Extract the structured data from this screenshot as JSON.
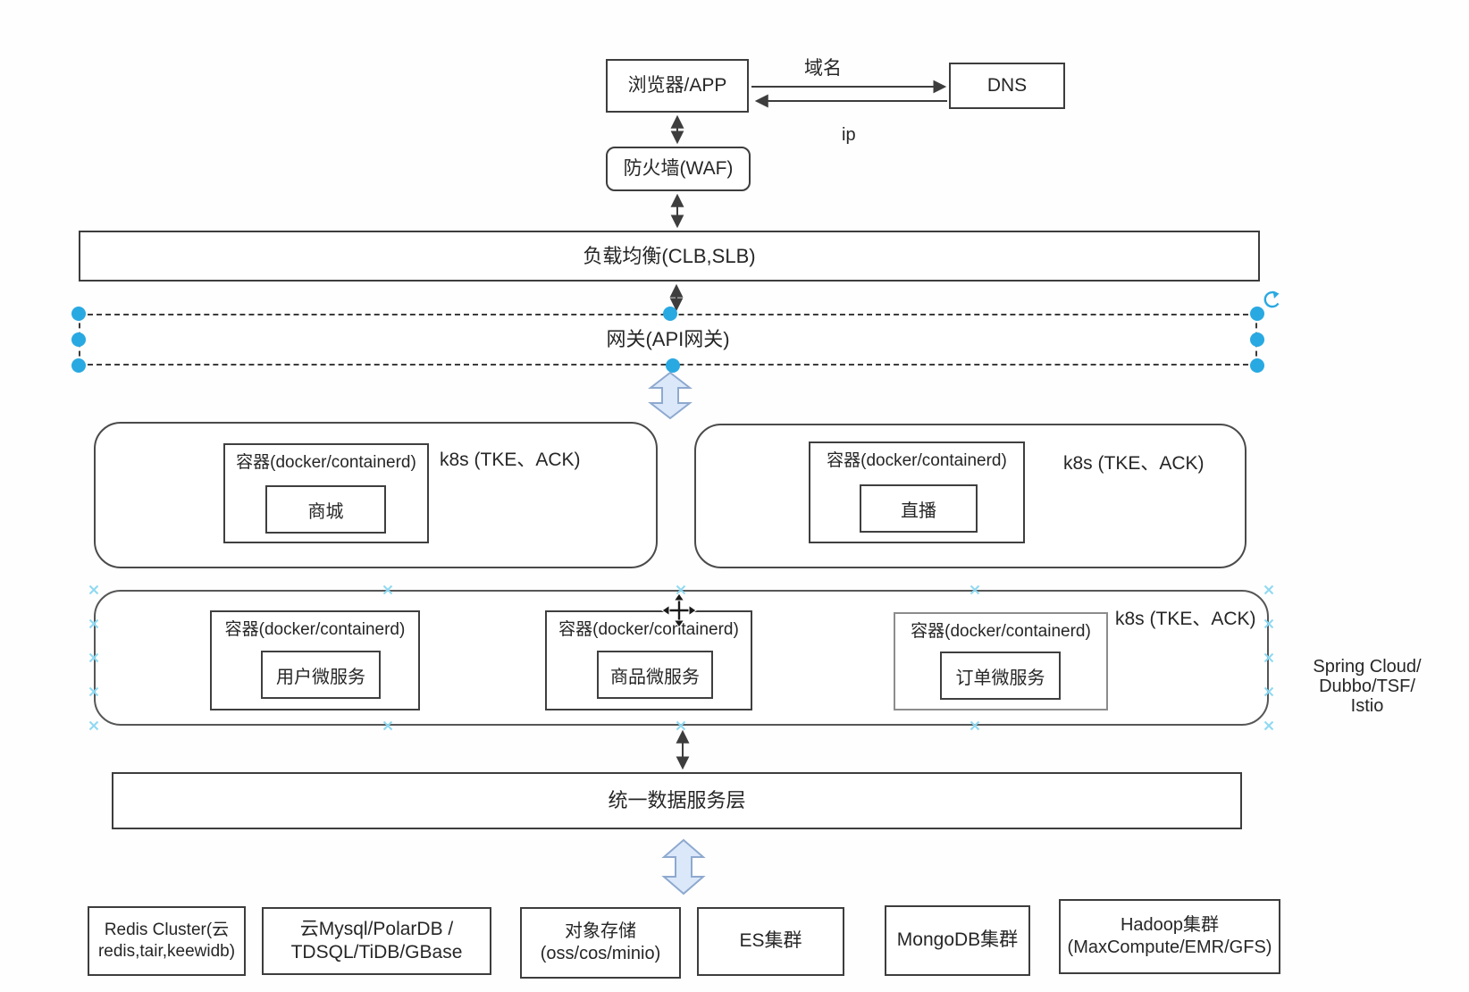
{
  "colors": {
    "line": "#3d3d3d",
    "accent_blue": "#29a9e2",
    "selection_mark": "#8ed9f2",
    "fat_arrow_fill": "#dbe8fa",
    "fat_arrow_stroke": "#8ea9cf"
  },
  "top": {
    "browser": "浏览器/APP",
    "dns": "DNS",
    "domain_label": "域名",
    "ip_label": "ip",
    "waf": "防火墙(WAF)"
  },
  "layers": {
    "load_balancer": "负载均衡(CLB,SLB)",
    "gateway": "网关(API网关)",
    "data_service": "统一数据服务层"
  },
  "k8s": {
    "cluster_label": "k8s (TKE、ACK)",
    "container_label": "容器(docker/containerd)",
    "apps": {
      "mall": "商城",
      "live": "直播",
      "user": "用户微服务",
      "product": "商品微服务",
      "order": "订单微服务"
    }
  },
  "annotations": {
    "framework_line1": "Spring Cloud/",
    "framework_line2": "Dubbo/TSF/",
    "framework_line3": "Istio"
  },
  "datastores": {
    "redis": {
      "line1": "Redis Cluster(云",
      "line2": "redis,tair,keewidb)"
    },
    "mysql": {
      "line1": "云Mysql/PolarDB /",
      "line2": "TDSQL/TiDB/GBase"
    },
    "object_storage": {
      "line1": "对象存储",
      "line2": "(oss/cos/minio)"
    },
    "es": {
      "line1": "ES集群"
    },
    "mongodb": {
      "line1": "MongoDB集群"
    },
    "hadoop": {
      "line1": "Hadoop集群",
      "line2": "(MaxCompute/EMR/GFS)"
    }
  }
}
